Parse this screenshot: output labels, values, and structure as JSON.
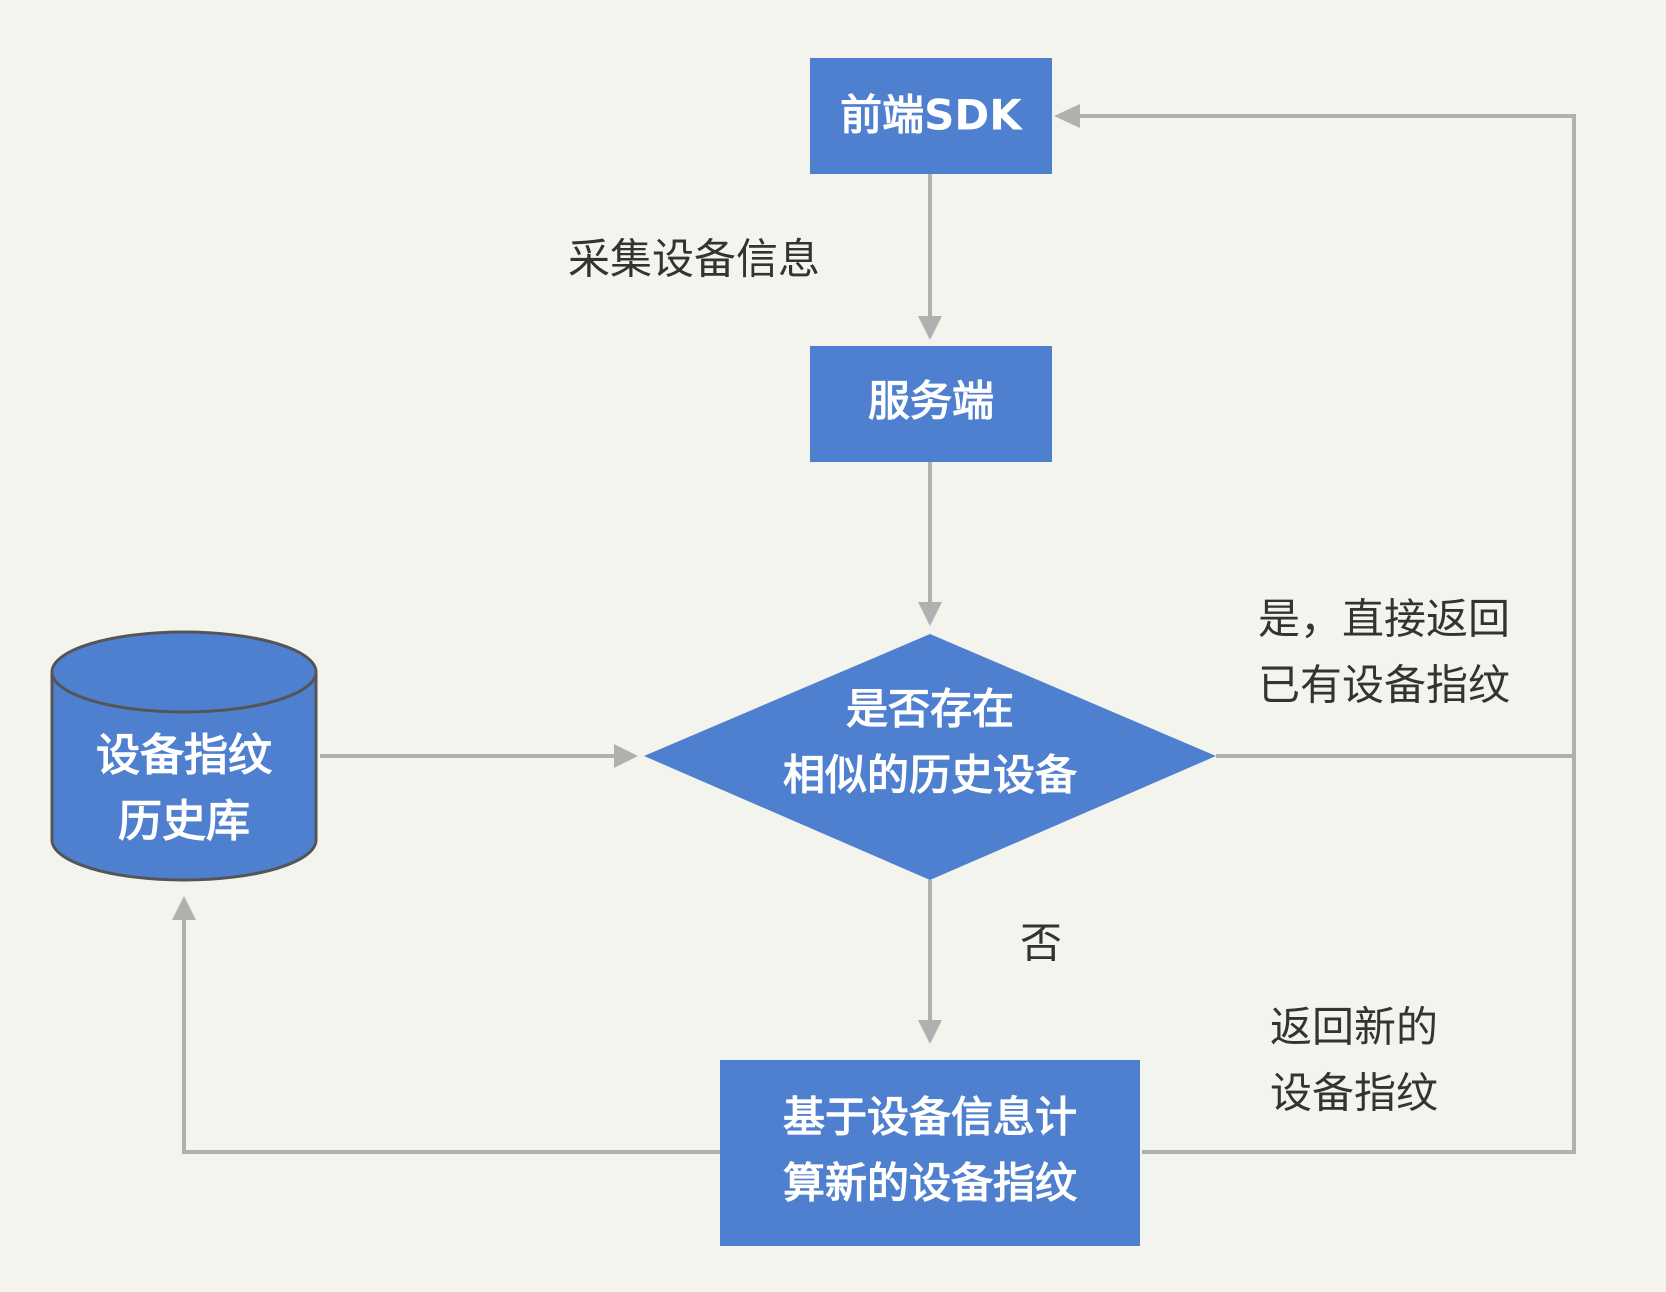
{
  "colors": {
    "background": "#f4f4ef",
    "node_fill": "#4f7fcf",
    "node_text": "#ffffff",
    "connector": "#b0b0b0",
    "label_text": "#333333",
    "db_outline": "#555555"
  },
  "nodes": {
    "frontend_sdk": "前端SDK",
    "server": "服务端",
    "decision_line1": "是否存在",
    "decision_line2": "相似的历史设备",
    "compute_line1": "基于设备信息计",
    "compute_line2": "算新的设备指纹",
    "database_line1": "设备指纹",
    "database_line2": "历史库"
  },
  "edge_labels": {
    "collect": "采集设备信息",
    "yes_line1": "是，直接返回",
    "yes_line2": "已有设备指纹",
    "no": "否",
    "return_new_line1": "返回新的",
    "return_new_line2": "设备指纹"
  }
}
